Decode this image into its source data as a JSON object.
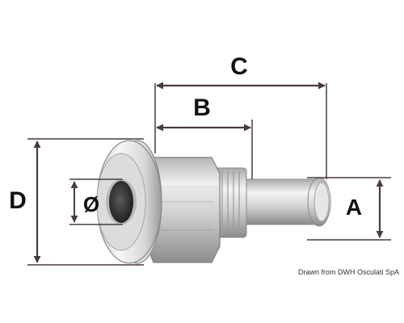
{
  "labels": {
    "c": "C",
    "b": "B",
    "d": "D",
    "diameter": "Ø",
    "a": "A"
  },
  "credit": "Drawn from DWH Osculati SpA",
  "colors": {
    "dimension_lines": "#4a3c3c",
    "metal_light": "#f2f2f2",
    "metal_mid": "#c8c8c8",
    "metal_dark": "#8e8e8e",
    "bore": "#2e2e2e"
  }
}
